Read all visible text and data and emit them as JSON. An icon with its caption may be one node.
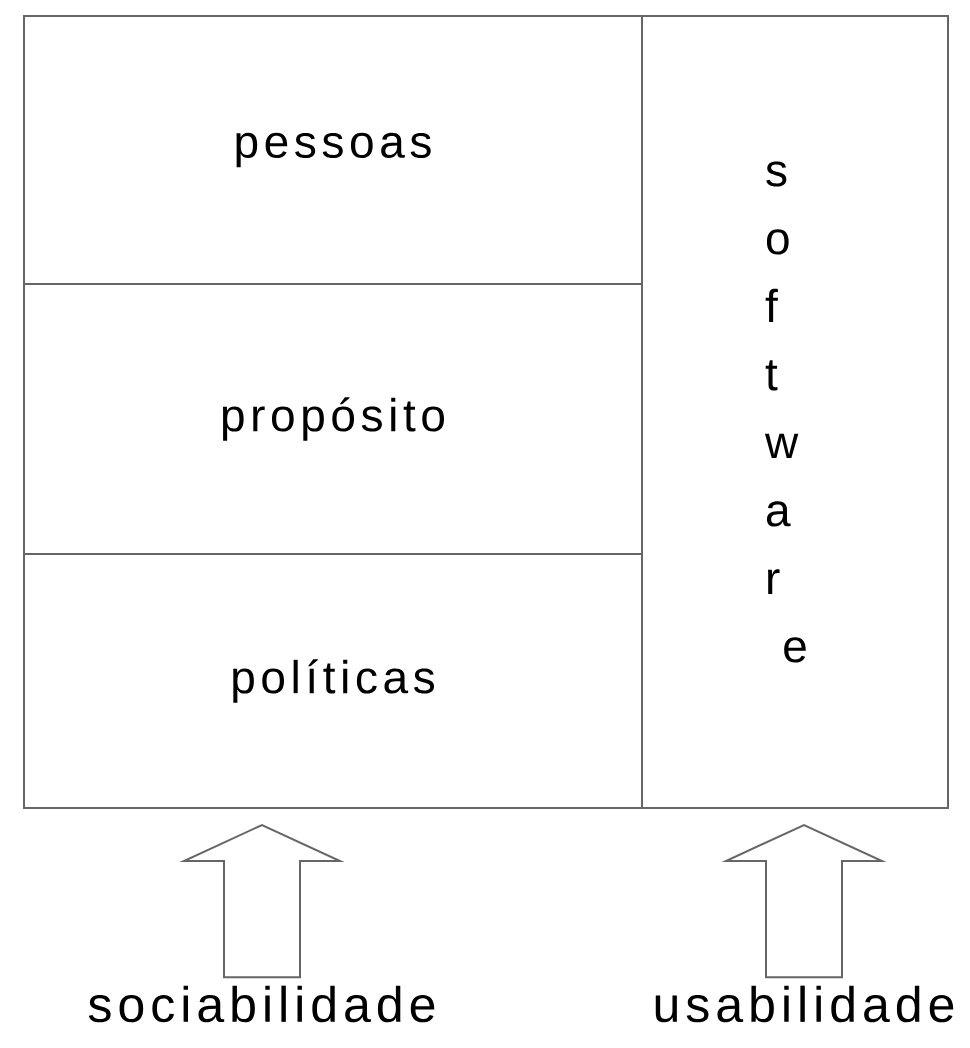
{
  "diagram": {
    "nodes": [
      {
        "text": [
          "pessoas"
        ]
      },
      {
        "text": [
          "propósito"
        ]
      },
      {
        "text": [
          "políticas"
        ]
      },
      {
        "text": [
          "software"
        ]
      },
      {
        "text": [
          "sociabilidade"
        ]
      },
      {
        "text": [
          "usabilidade"
        ]
      }
    ],
    "edges": [
      {
        "from": 4,
        "to": 2,
        "arrow": "to"
      },
      {
        "from": 5,
        "to": 3,
        "arrow": "to"
      }
    ]
  }
}
